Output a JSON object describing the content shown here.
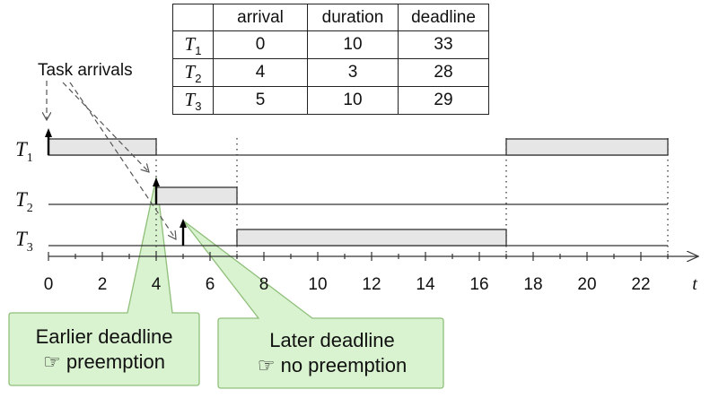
{
  "table": {
    "headers": [
      "",
      "arrival",
      "duration",
      "deadline"
    ],
    "rows": [
      {
        "task": "T",
        "sub": "1",
        "arrival": "0",
        "duration": "10",
        "deadline": "33"
      },
      {
        "task": "T",
        "sub": "2",
        "arrival": "4",
        "duration": "3",
        "deadline": "28"
      },
      {
        "task": "T",
        "sub": "3",
        "arrival": "5",
        "duration": "10",
        "deadline": "29"
      }
    ]
  },
  "timeline": {
    "rows": [
      {
        "task": "T",
        "sub": "1",
        "arrival": 0,
        "segments": [
          [
            0,
            4
          ],
          [
            17,
            23
          ]
        ]
      },
      {
        "task": "T",
        "sub": "2",
        "arrival": 4,
        "segments": [
          [
            4,
            7
          ]
        ]
      },
      {
        "task": "T",
        "sub": "3",
        "arrival": 5,
        "segments": [
          [
            7,
            17
          ]
        ]
      }
    ],
    "xmin": 0,
    "xmax": 24,
    "tick_labels": [
      "0",
      "2",
      "4",
      "6",
      "8",
      "10",
      "12",
      "14",
      "16",
      "18",
      "20",
      "22"
    ],
    "axis_label": "t",
    "switch_times": [
      4,
      7,
      17,
      23
    ]
  },
  "annotations": {
    "arrivals": "Task arrivals",
    "callout_left_line1": "Earlier deadline",
    "callout_left_line2": "☞ preemption",
    "callout_right_line1": "Later deadline",
    "callout_right_line2": "☞ no preemption"
  },
  "colors": {
    "bar_fill": "#e6e6e6",
    "callout_fill": "#d9f2cf",
    "callout_stroke": "#8fbf7a"
  }
}
